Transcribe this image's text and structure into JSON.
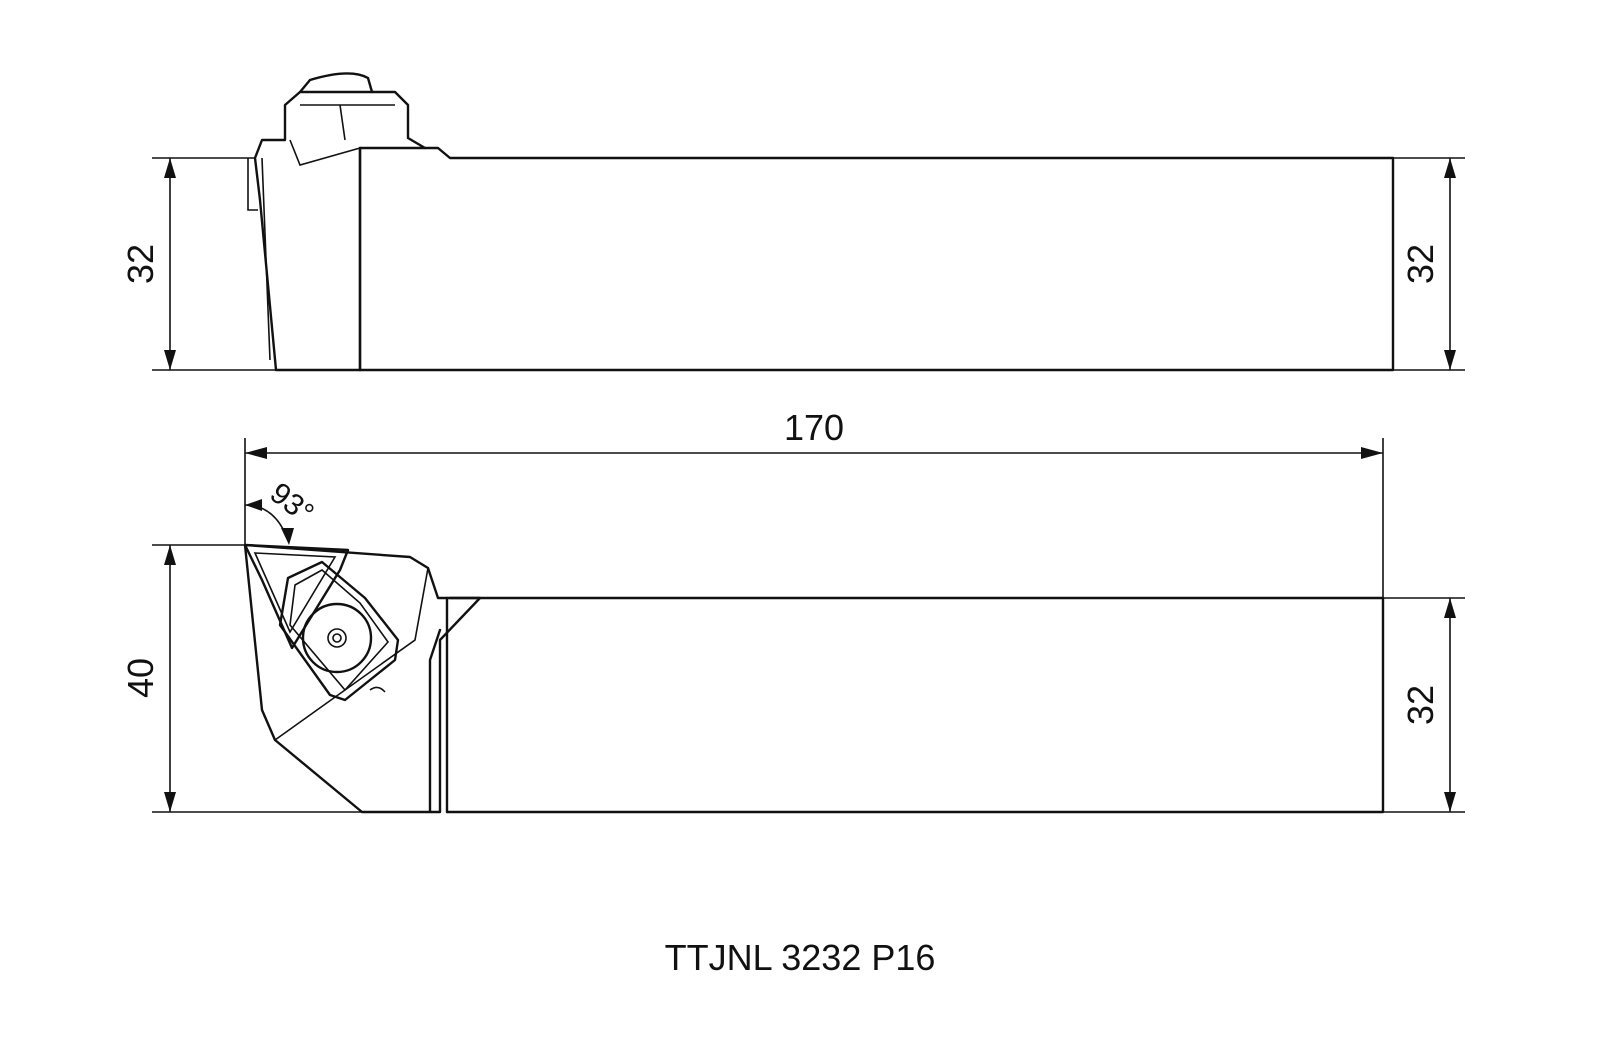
{
  "title": "TTJNL 3232 P16",
  "dimensions": {
    "side_height_left": "32",
    "side_height_right": "32",
    "overall_length": "170",
    "head_width": "40",
    "shank_width": "32",
    "approach_angle": "93°"
  }
}
